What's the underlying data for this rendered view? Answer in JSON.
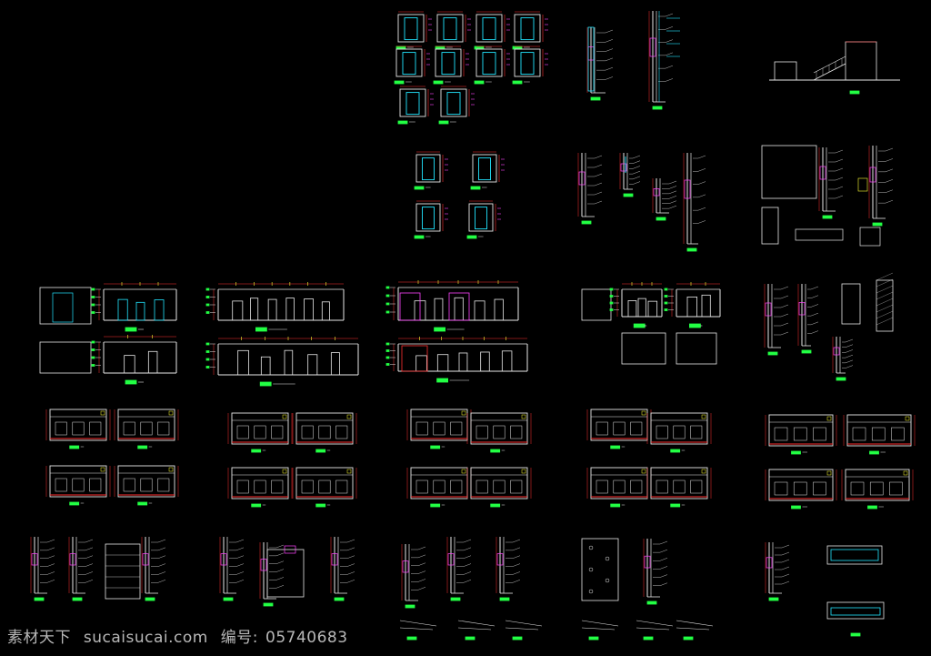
{
  "watermark": {
    "site": "素材天下",
    "domain": "sucaisucai.com",
    "id_label": "编号:",
    "id_value": "05740683"
  },
  "colors": {
    "background": "#000000",
    "line_white": "#e8e8e8",
    "line_red": "#ff3030",
    "line_green": "#22ff44",
    "line_cyan": "#22e5ff",
    "line_magenta": "#ff44ff",
    "line_yellow": "#ffff33"
  },
  "drawing_groups": [
    {
      "name": "door-details-group",
      "kind": "door"
    },
    {
      "name": "wall-section-tall",
      "kind": "section"
    },
    {
      "name": "stair-elevation",
      "kind": "stair"
    },
    {
      "name": "small-door-details",
      "kind": "door"
    },
    {
      "name": "ceiling-sections",
      "kind": "section"
    },
    {
      "name": "node-details",
      "kind": "detail"
    },
    {
      "name": "wall-elevations-row-1",
      "kind": "elevation"
    },
    {
      "name": "wall-elevations-row-2",
      "kind": "elevation"
    },
    {
      "name": "section-details-row-3",
      "kind": "section"
    }
  ]
}
